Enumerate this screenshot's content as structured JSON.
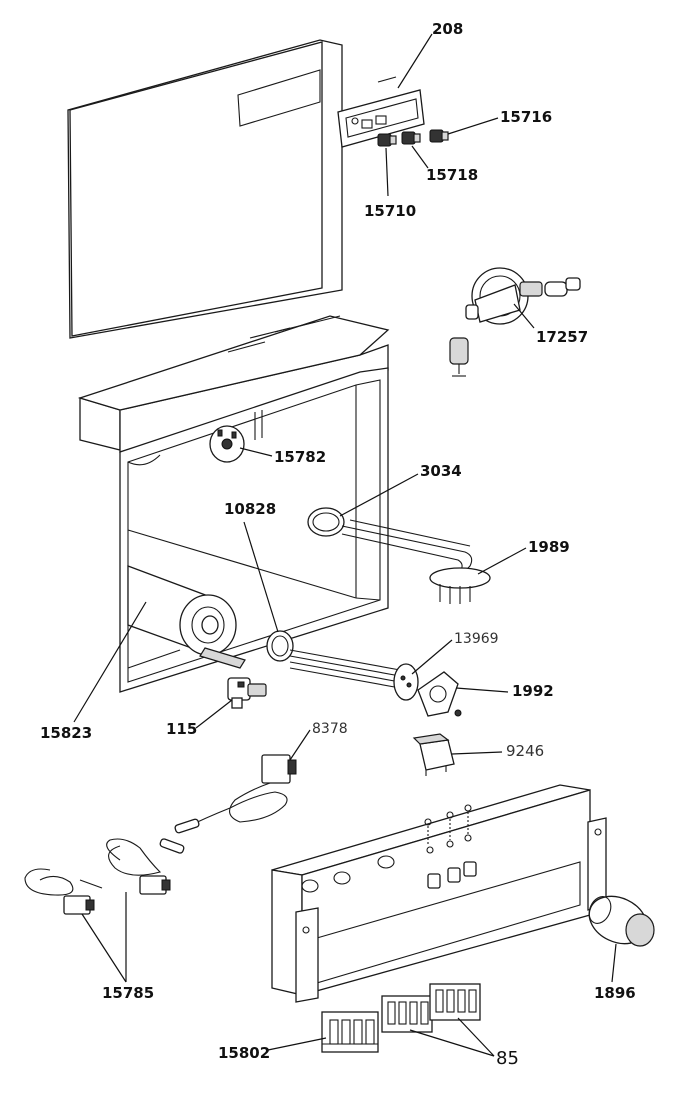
{
  "labels": {
    "p208": "208",
    "p15716": "15716",
    "p15718": "15718",
    "p15710": "15710",
    "p17257": "17257",
    "p15782": "15782",
    "p3034": "3034",
    "p10828": "10828",
    "p1989": "1989",
    "p13969": "13969",
    "p1992": "1992",
    "p15823": "15823",
    "p115": "115",
    "p8378": "8378",
    "p9246": "9246",
    "p15785": "15785",
    "p1896": "1896",
    "p15802": "15802",
    "p85": "85"
  }
}
